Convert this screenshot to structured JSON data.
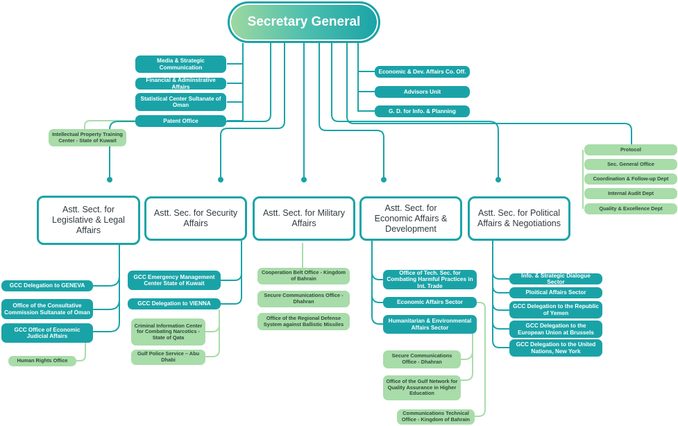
{
  "root": "Secretary General",
  "left_offices": [
    "Media & Strategic Communication",
    "Financial & Adminstrative Affairs",
    "Statistical Center Sultanate of Oman",
    "Patent Office"
  ],
  "patent_sub": "Intellectual Property Training Center - State of Kuwait",
  "right_offices": [
    "Economic & Dev. Affairs Co. Off.",
    "Advisors Unit",
    "G. D. for Info. & Planning"
  ],
  "protocol_group": [
    "Protocol",
    "Sec. General Office",
    "Coordination & Follow-up Dept",
    "Internal Audit Dept",
    "Quality & Excellence Dept"
  ],
  "sectors": [
    "Astt. Sect. for Legislative & Legal Affairs",
    "Astt. Sec. for Security Affairs",
    "Astt. Sect. for Military Affairs",
    "Astt. Sect. for Economic Affairs & Development",
    "Astt. Sec. for Political Affairs & Negotiations"
  ],
  "legal": {
    "units": [
      "GCC Delegation to GENEVA",
      "Office of the Consultative Commission Sultanate of Oman",
      "GCC Office of Economic Judicial Affairs"
    ],
    "sub": "Human Rights Office"
  },
  "security": {
    "units": [
      "GCC Emergency Management Center State of Kuwait",
      "GCC Delegation to VIENNA"
    ],
    "subs": [
      "Criminal Information Center for Combating Narcotics - State of Qata",
      "Gulf Police Service – Abu Dhabi"
    ]
  },
  "military": {
    "subs": [
      "Cooperation Belt Office - Kingdom of Bahrain",
      "Secure Communications Office - Dhahran",
      "Office of the Regional Defense System against Ballistic Missiles"
    ]
  },
  "economic": {
    "units": [
      "Office of Tech. Sec. for Combating Harmful Practices in Int. Trade",
      "Economic Affairs Sector",
      "Humanitarian & Environmental Affairs Sector"
    ],
    "subs": [
      "Secure Communications Office - Dhahran",
      "Office of the Gulf Network for Quality Assurance in Higher Education",
      "Communications Technical Office - Kingdom of Bahrain"
    ]
  },
  "political": {
    "units": [
      "Info. & Strategic Dialogue Sector",
      "Ploitical Affairs Sector",
      "GCC Delegation to the Republic of Yemen",
      "GCC Delegation to the European Union at Brussels",
      "GCC Delegation to the United Nations, New York"
    ]
  }
}
